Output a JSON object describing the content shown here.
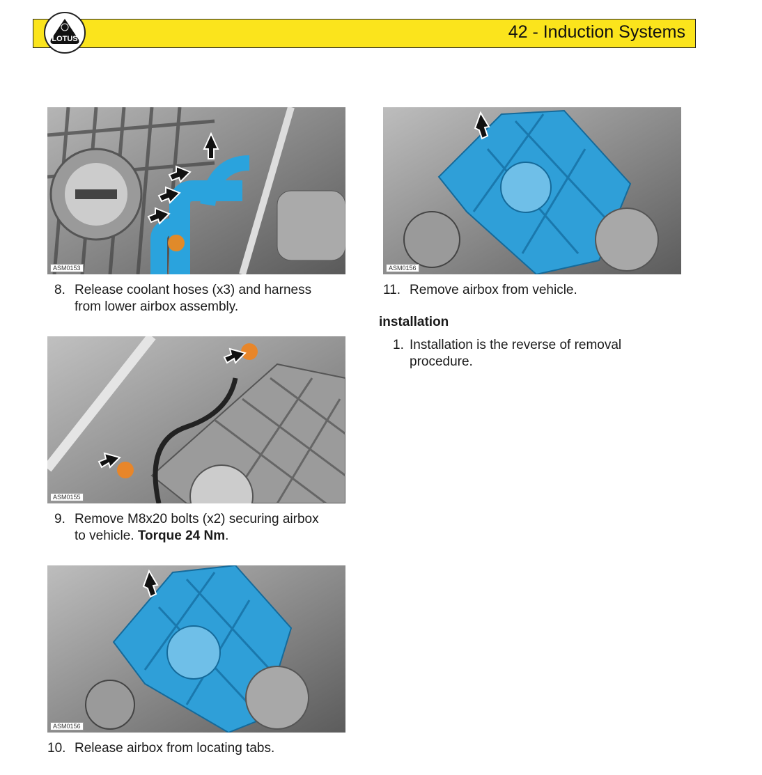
{
  "header": {
    "title": "42 - Induction Systems",
    "logo_text": "LOTUS",
    "accent_color": "#fbe41c"
  },
  "figures": [
    {
      "label": "ASM0153"
    },
    {
      "label": "ASM0155"
    },
    {
      "label": "ASM0156"
    },
    {
      "label": "ASM0156"
    }
  ],
  "steps": [
    {
      "num": "8.",
      "line1": "Release coolant hoses (x3) and harness",
      "line2": "from lower airbox assembly."
    },
    {
      "num": "9.",
      "line1": "Remove M8x20 bolts (x2) securing airbox",
      "line2_pre": "to vehicle. ",
      "line2_bold": "Torque 24 Nm",
      "line2_post": "."
    },
    {
      "num": "10.",
      "line1": "Release airbox from locating tabs."
    },
    {
      "num": "11.",
      "line1": "Remove airbox from vehicle."
    }
  ],
  "installation": {
    "heading": "installation",
    "steps": [
      {
        "num": "1.",
        "line1": "Installation is the reverse of removal",
        "line2": "procedure."
      }
    ]
  }
}
